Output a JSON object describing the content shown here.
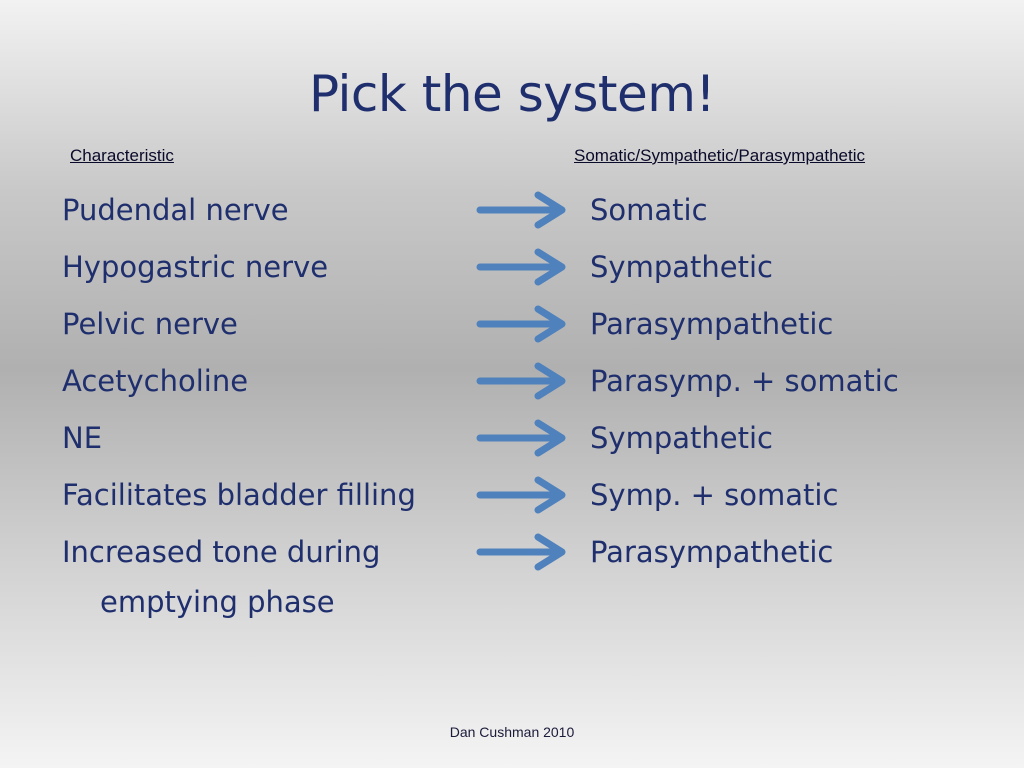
{
  "slide": {
    "title": "Pick the system!",
    "header_left": "Characteristic",
    "header_right": "Somatic/Sympathetic/Parasympathetic",
    "footer": "Dan Cushman 2010"
  },
  "rows": [
    {
      "characteristic": "Pudendal nerve",
      "system": "Somatic"
    },
    {
      "characteristic": "Hypogastric nerve",
      "system": "Sympathetic"
    },
    {
      "characteristic": "Pelvic nerve",
      "system": "Parasympathetic"
    },
    {
      "characteristic": "Acetycholine",
      "system": "Parasymp. + somatic"
    },
    {
      "characteristic": "NE",
      "system": "Sympathetic"
    },
    {
      "characteristic": "Facilitates bladder filling",
      "system": "Symp. + somatic"
    },
    {
      "characteristic": "Increased tone during",
      "system": "Parasympathetic"
    }
  ],
  "continuation": "emptying phase",
  "colors": {
    "text": "#1f2f6e",
    "arrow": "#4f81bd"
  },
  "icons": {
    "row_arrow": "right-arrow-icon"
  }
}
